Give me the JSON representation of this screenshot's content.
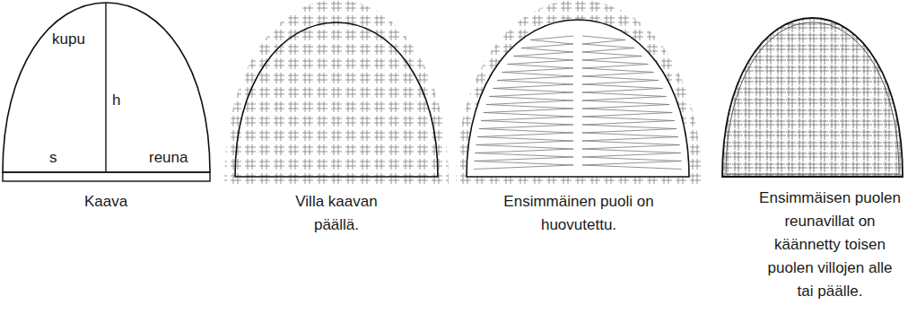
{
  "diagram": {
    "labels": [
      "kupu",
      "h",
      "s",
      "reuna",
      "Kaava",
      "Villa kaavan päällä.",
      "Ensimmäinen puoli on huovutettu.",
      "Ensimmäisen puolen reunavillat on käännetty toisen puolen villojen alle tai päälle."
    ]
  }
}
